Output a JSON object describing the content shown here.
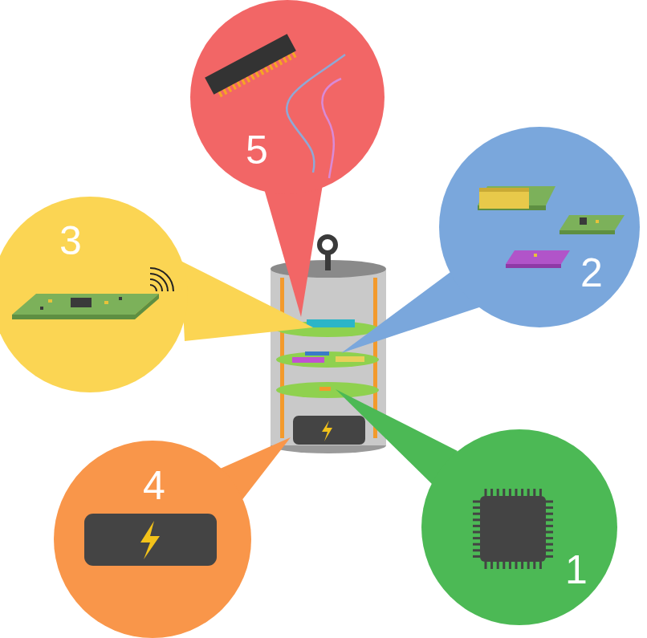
{
  "diagram": {
    "nodes": [
      {
        "text": [
          "5"
        ]
      },
      {
        "text": [
          "3"
        ]
      },
      {
        "text": [
          "2"
        ]
      },
      {
        "text": [
          "4"
        ]
      },
      {
        "text": [
          "1"
        ]
      }
    ]
  }
}
